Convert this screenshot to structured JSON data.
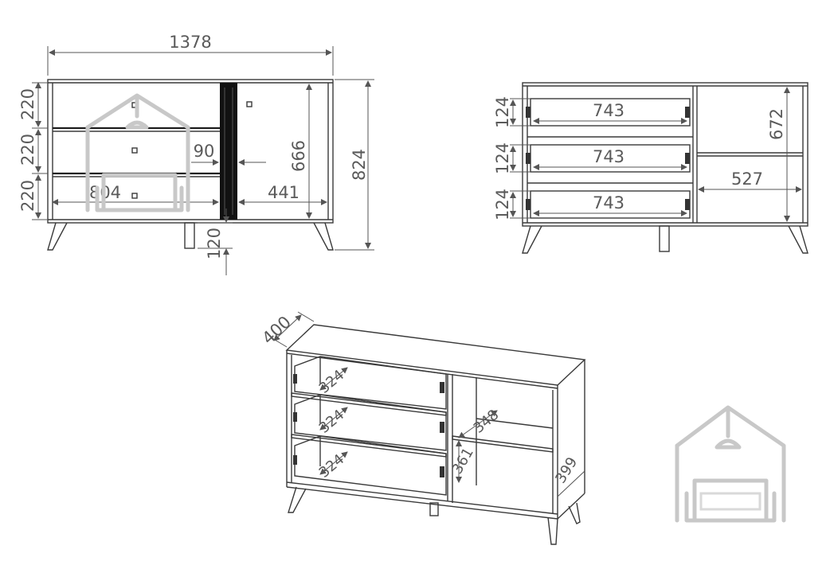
{
  "front_view": {
    "overall_width": "1378",
    "overall_height": "824",
    "drawer_height_top": "220",
    "drawer_height_mid": "220",
    "drawer_height_bottom": "220",
    "divider_width": "90",
    "drawer_width": "804",
    "door_width": "441",
    "door_height": "666",
    "leg_height": "120"
  },
  "back_view": {
    "drawer_inner_width_1": "743",
    "drawer_inner_width_2": "743",
    "drawer_inner_width_3": "743",
    "drawer_inner_height_1": "124",
    "drawer_inner_height_2": "124",
    "drawer_inner_height_3": "124",
    "compartment_height": "672",
    "compartment_width": "527"
  },
  "iso_view": {
    "depth": "400",
    "drawer_depth_1": "324",
    "drawer_depth_2": "324",
    "drawer_depth_3": "324",
    "shelf_depth": "348",
    "shelf_gap": "361",
    "compartment_depth": "399"
  },
  "colors": {
    "line": "#3a3a3a",
    "dimension": "#5a5a5a",
    "watermark": "#c8c8c8",
    "accent_panel": "#111111"
  },
  "icons": [
    "house-sofa-watermark-icon"
  ]
}
